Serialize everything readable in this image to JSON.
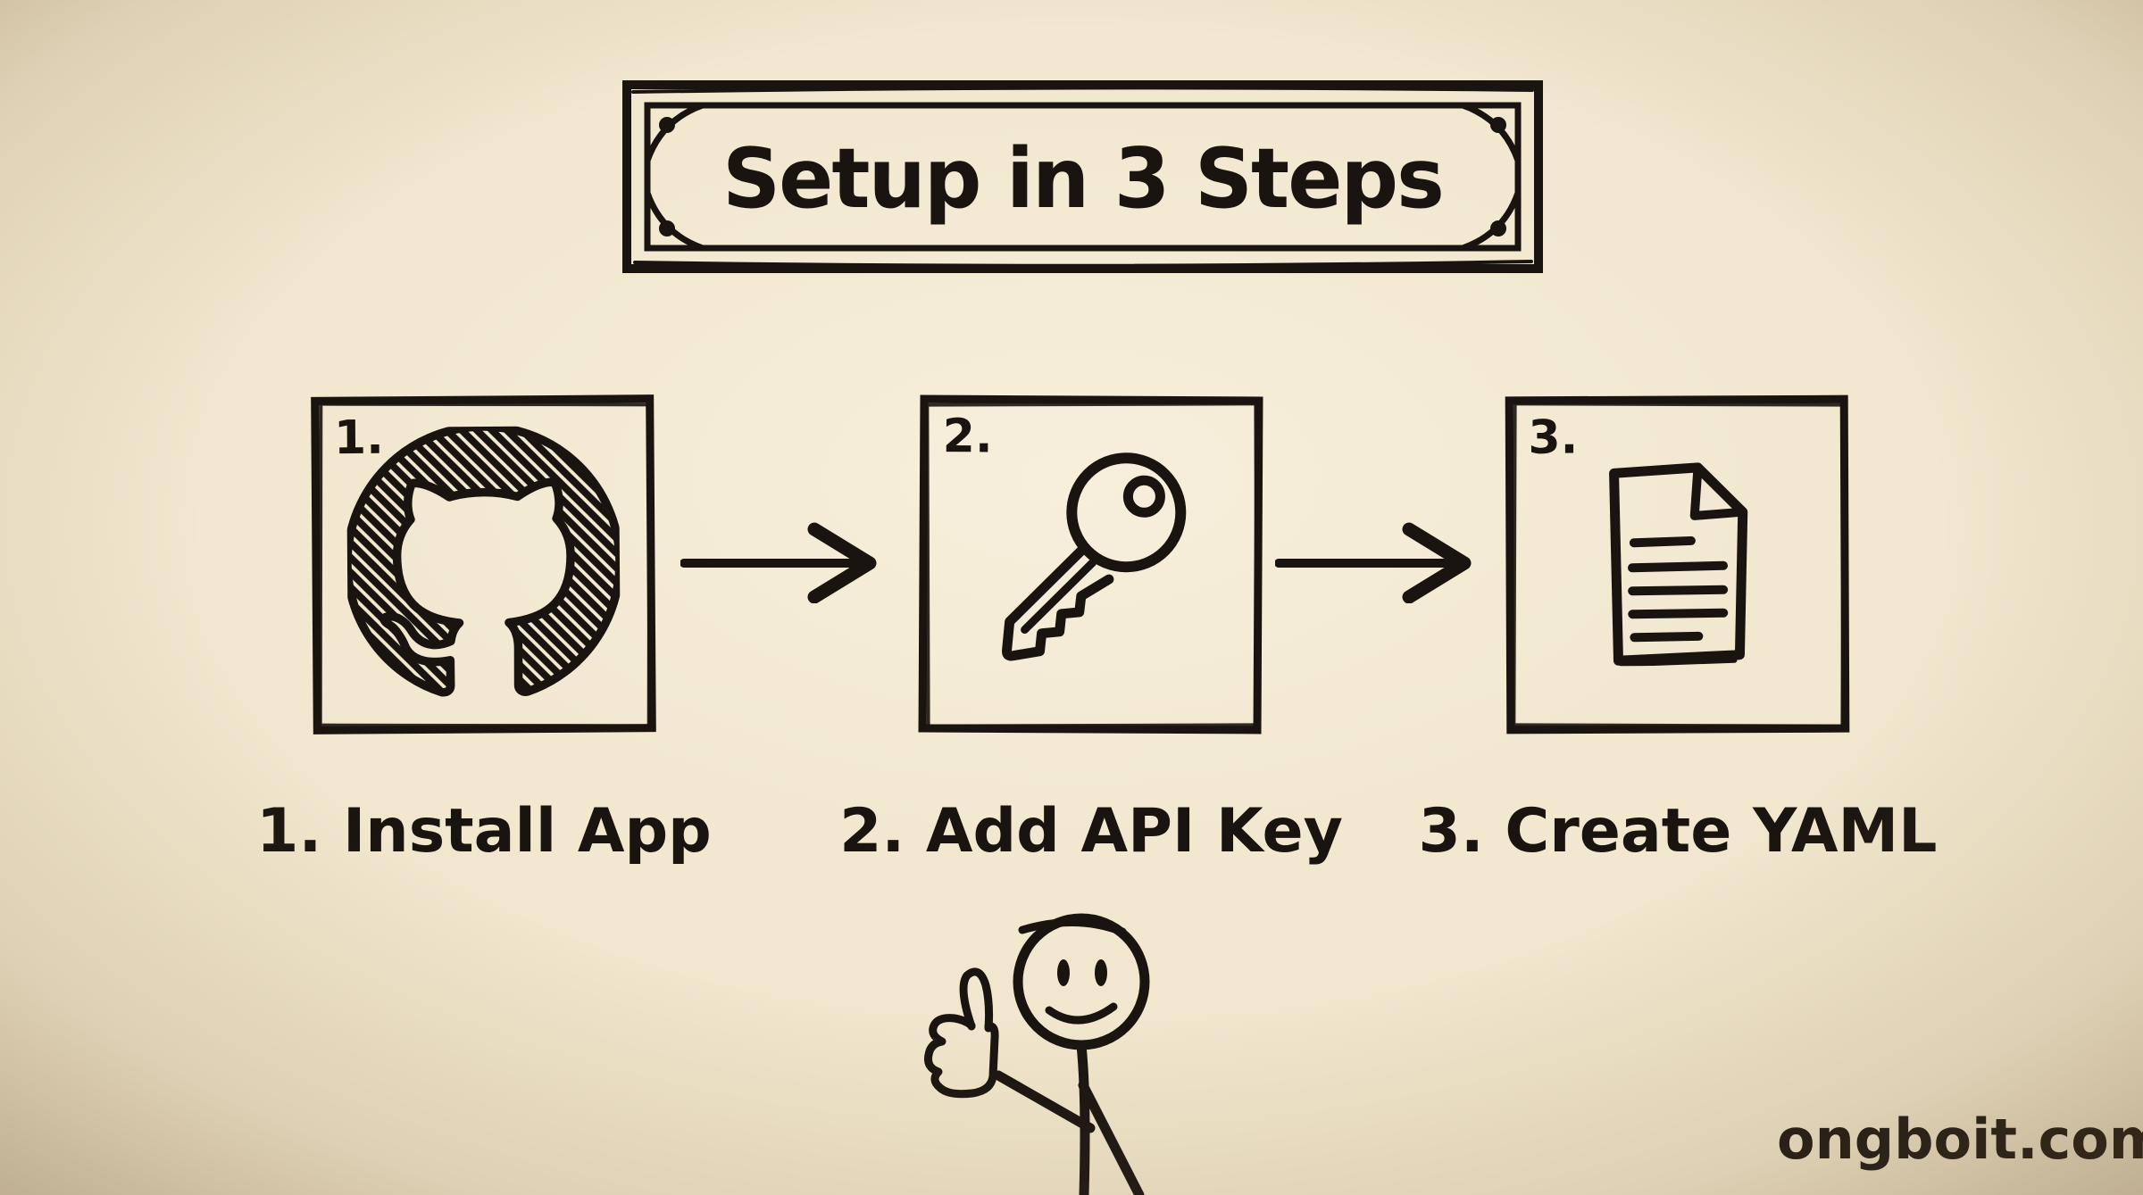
{
  "page": {
    "title_banner": "Setup in 3 Steps",
    "watermark": "ongboit.com"
  },
  "colors": {
    "ink": "#1a1410",
    "paper_center": "#f7efdc",
    "paper_edge": "#c9ad82"
  },
  "steps": [
    {
      "number": "1.",
      "icon": "github-logo-icon",
      "caption": "1. Install App"
    },
    {
      "number": "2.",
      "icon": "key-icon",
      "caption": "2. Add API Key"
    },
    {
      "number": "3.",
      "icon": "yaml-file-icon",
      "caption": "3. Create YAML"
    }
  ],
  "connectors": [
    {
      "icon": "arrow-right-icon"
    },
    {
      "icon": "arrow-right-icon"
    }
  ],
  "figure": {
    "icon": "stick-figure-thumbs-up-icon"
  }
}
